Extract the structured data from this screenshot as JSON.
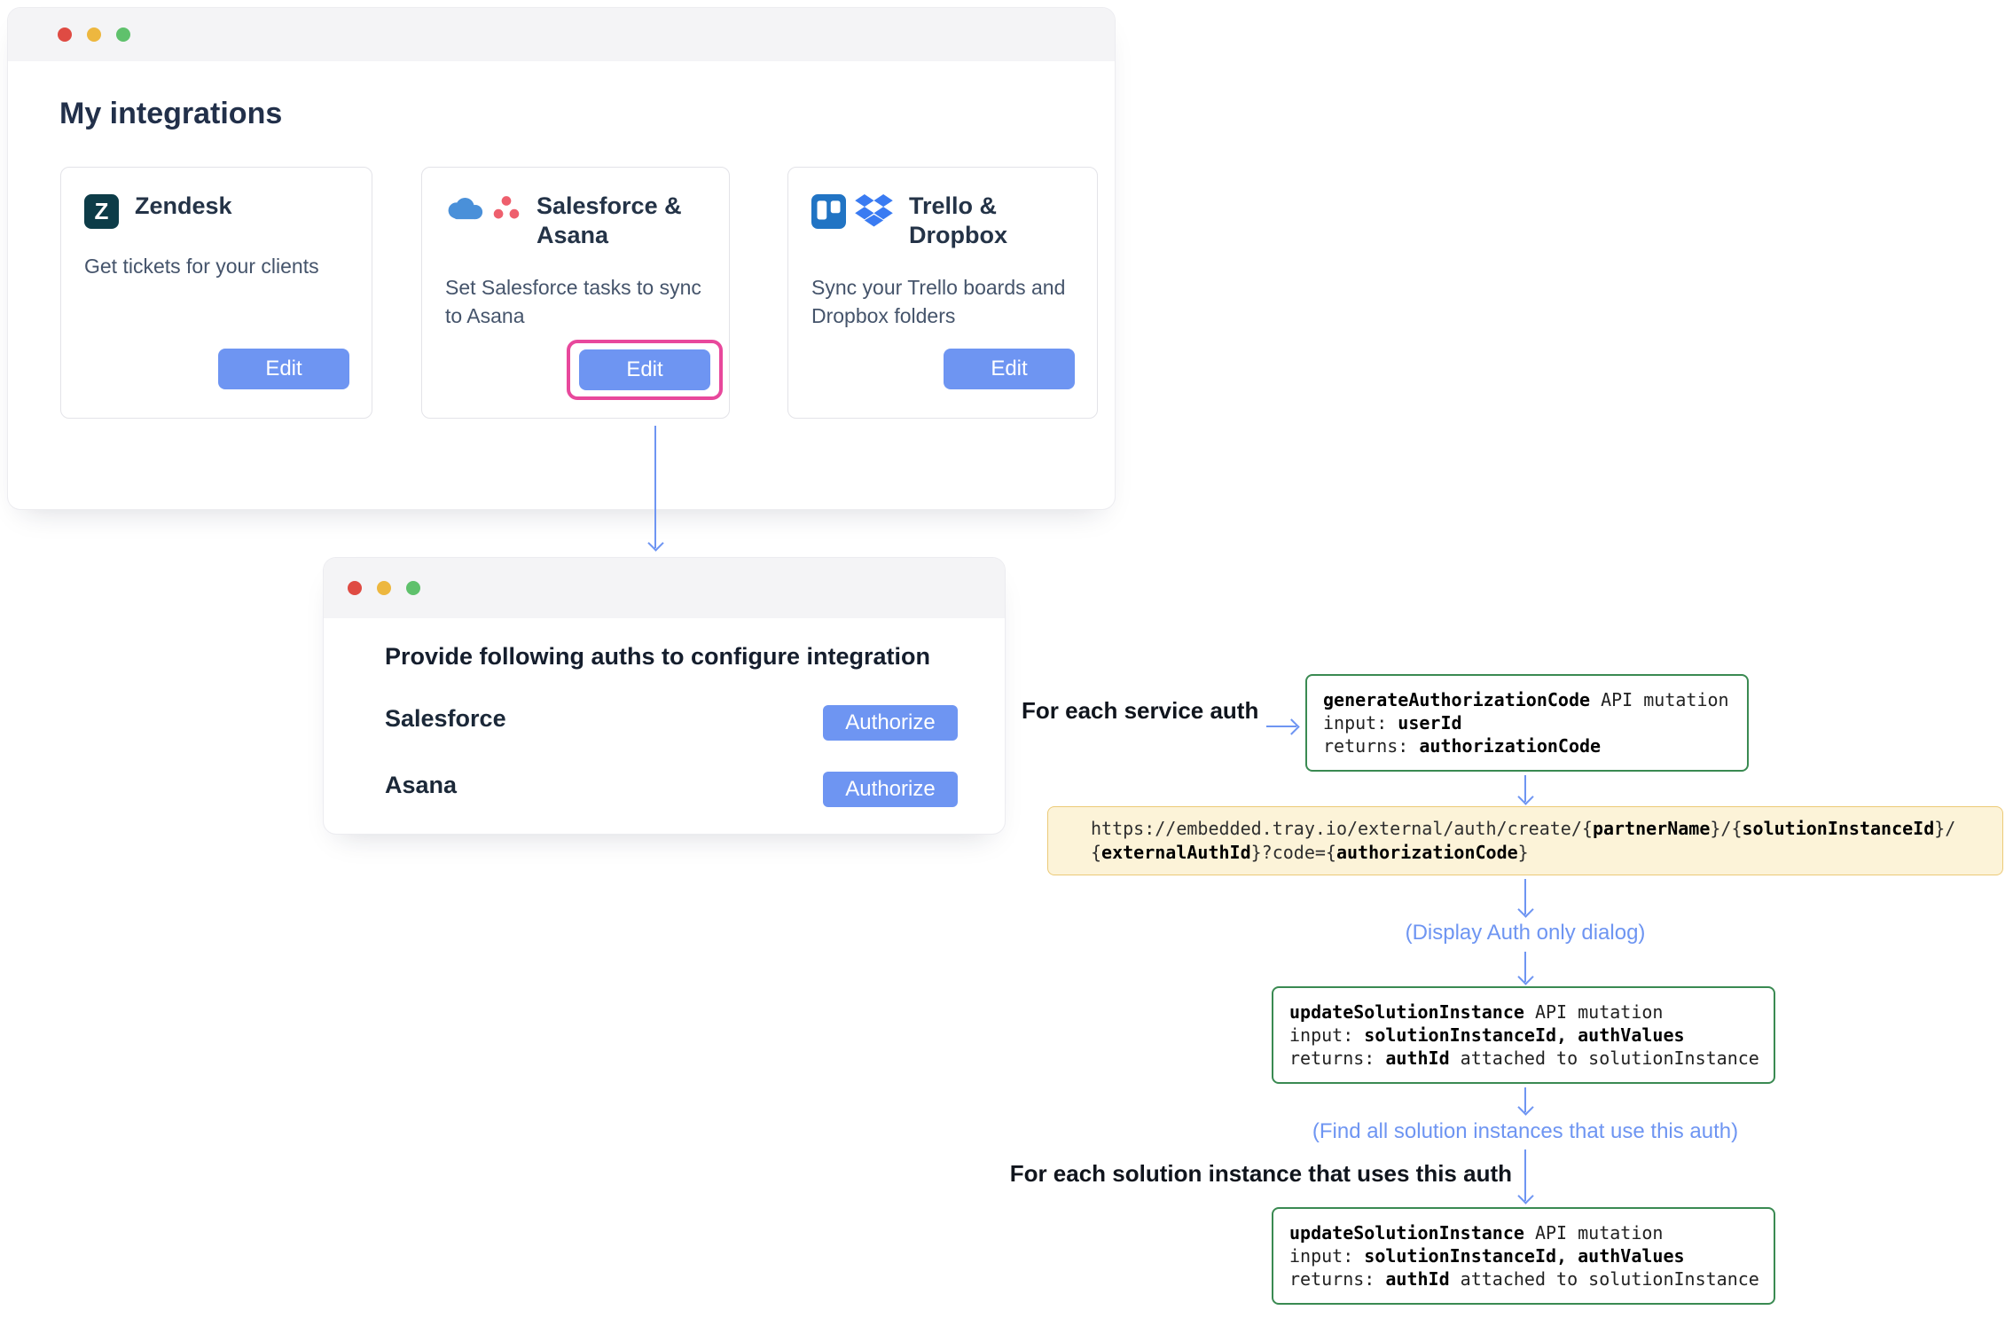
{
  "colors": {
    "accent_blue": "#6e95f2",
    "highlight_pink": "#e8489c",
    "flow_green_border": "#3a8a52",
    "url_box_bg": "#fcf3d8",
    "url_box_border": "#ecca77",
    "dot_red": "#df4b43",
    "dot_yellow": "#edb73f",
    "dot_green": "#5fc16c"
  },
  "window_integrations": {
    "title": "My integrations",
    "cards": [
      {
        "title": "Zendesk",
        "description": "Get tickets for your clients",
        "button_label": "Edit",
        "icons": [
          "zendesk-icon"
        ],
        "icon_glyph": "Z"
      },
      {
        "title": "Salesforce & Asana",
        "description": "Set Salesforce tasks to sync to Asana",
        "button_label": "Edit",
        "icons": [
          "salesforce-icon",
          "asana-icon"
        ],
        "highlighted": true
      },
      {
        "title": "Trello & Dropbox",
        "description": "Sync your Trello boards and Dropbox folders",
        "button_label": "Edit",
        "icons": [
          "trello-icon",
          "dropbox-icon"
        ]
      }
    ]
  },
  "window_auths": {
    "title": "Provide following auths to configure integration",
    "rows": [
      {
        "service": "Salesforce",
        "button_label": "Authorize"
      },
      {
        "service": "Asana",
        "button_label": "Authorize"
      }
    ]
  },
  "flow": {
    "label_for_each_service_auth": "For each service auth",
    "label_for_each_solution_instance": "For each solution instance that uses this auth",
    "note_display_auth_dialog": "(Display Auth only dialog)",
    "note_find_solution_instances": "(Find all solution instances that use this auth)",
    "generate_auth_code_box": {
      "lines": [
        [
          {
            "text": "generateAuthorizationCode",
            "bold": true
          },
          {
            "text": " API mutation",
            "bold": false
          }
        ],
        [
          {
            "text": "input: ",
            "bold": false
          },
          {
            "text": "userId",
            "bold": true
          }
        ],
        [
          {
            "text": "returns: ",
            "bold": false
          },
          {
            "text": "authorizationCode",
            "bold": true
          }
        ]
      ]
    },
    "auth_url_box": {
      "lines": [
        [
          {
            "text": "https://embedded.tray.io/external/auth/create/{",
            "bold": false
          },
          {
            "text": "partnerName",
            "bold": true
          },
          {
            "text": "}/{",
            "bold": false
          },
          {
            "text": "solutionInstanceId",
            "bold": true
          },
          {
            "text": "}/",
            "bold": false
          }
        ],
        [
          {
            "text": "{",
            "bold": false
          },
          {
            "text": "externalAuthId",
            "bold": true
          },
          {
            "text": "}?code={",
            "bold": false
          },
          {
            "text": "authorizationCode",
            "bold": true
          },
          {
            "text": "}",
            "bold": false
          }
        ]
      ]
    },
    "update_solution_instance_box": {
      "lines": [
        [
          {
            "text": "updateSolutionInstance",
            "bold": true
          },
          {
            "text": " API mutation",
            "bold": false
          }
        ],
        [
          {
            "text": "input: ",
            "bold": false
          },
          {
            "text": "solutionInstanceId, authValues",
            "bold": true
          }
        ],
        [
          {
            "text": "returns: ",
            "bold": false
          },
          {
            "text": "authId",
            "bold": true
          },
          {
            "text": " attached to solutionInstance",
            "bold": false
          }
        ]
      ]
    }
  }
}
